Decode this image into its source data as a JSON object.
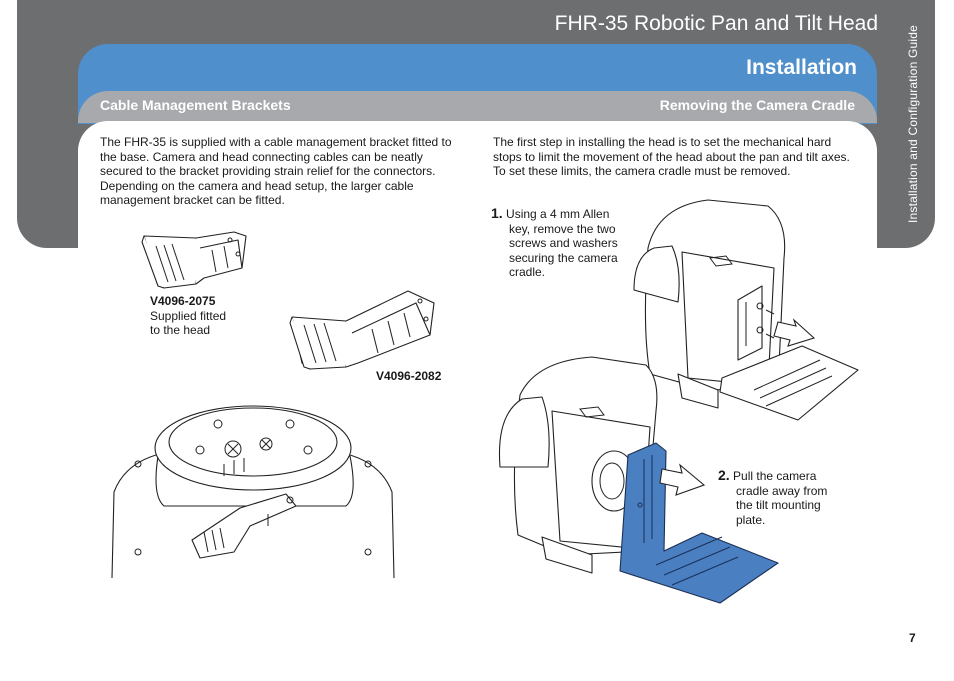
{
  "header": {
    "doc_title": "FHR-35 Robotic Pan and Tilt Head",
    "side_tab": "Installation and Configuration Guide",
    "section_title": "Installation"
  },
  "left": {
    "heading": "Cable Management Brackets",
    "paragraph": "The FHR-35 is supplied with a cable management bracket fitted to the base. Camera and head connecting cables can be neatly secured to the bracket providing strain relief for the connectors. Depending on the camera and head setup, the larger cable management bracket can be fitted.",
    "bracket_small": {
      "code": "V4096-2075",
      "line1": "Supplied fitted",
      "line2": "to the head"
    },
    "bracket_large": {
      "code": "V4096-2082"
    }
  },
  "right": {
    "heading": "Removing the Camera Cradle",
    "paragraph": "The first step in installing the head is to set the mechanical hard stops to limit the movement of the head about the pan and tilt axes. To set these limits, the camera cradle must be removed.",
    "step1": {
      "num": "1.",
      "line1": "Using a 4 mm Allen",
      "line2": "key, remove the two",
      "line3": "screws and washers",
      "line4": "securing the camera",
      "line5": "cradle."
    },
    "step2": {
      "num": "2.",
      "line1": "Pull the camera",
      "line2": "cradle away from",
      "line3": "the tilt mounting",
      "line4": "plate."
    }
  },
  "page_number": "7",
  "colors": {
    "header_gray": "#6d6e70",
    "section_blue": "#4f8fcb",
    "subbar_gray": "#a7a9ac",
    "cradle_blue": "#4a7fc1"
  }
}
